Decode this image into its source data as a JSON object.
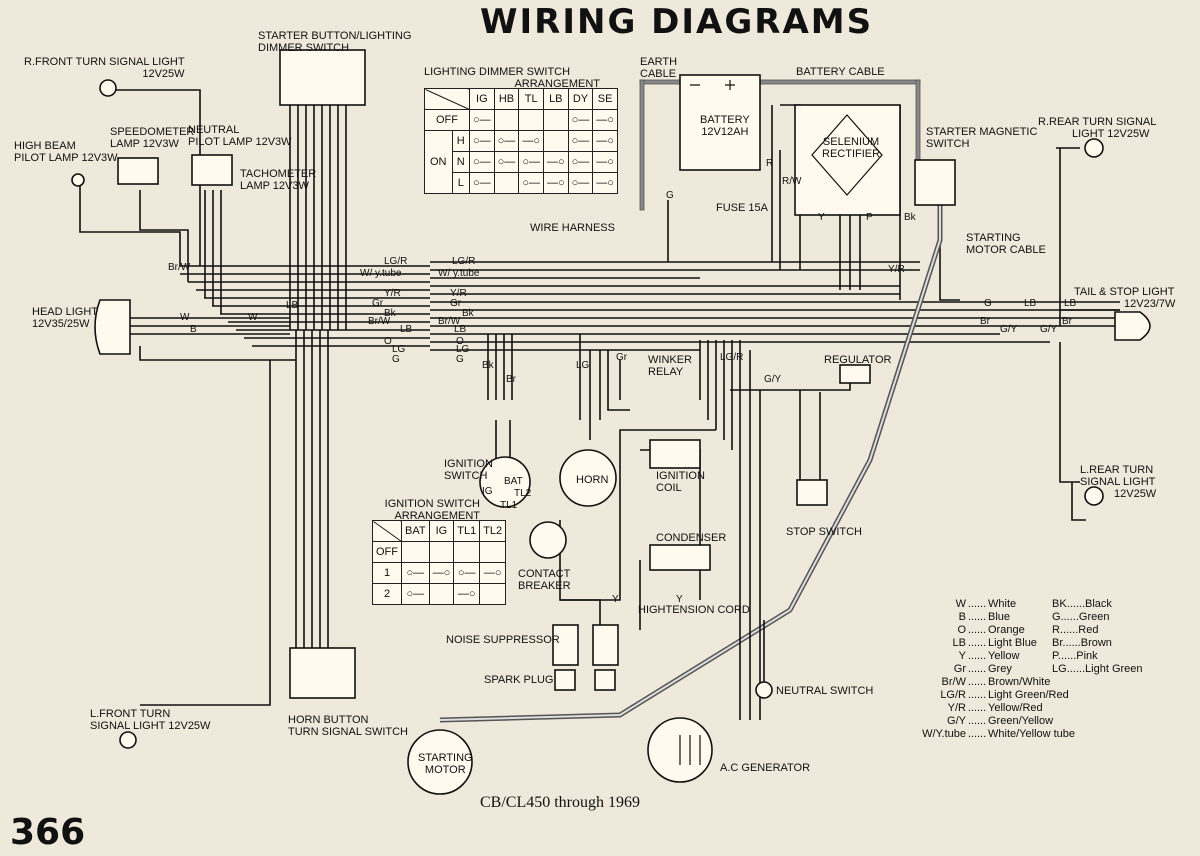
{
  "title": "WIRING DIAGRAMS",
  "page_number": "366",
  "caption": "CB/CL450 through 1969",
  "components": {
    "rf_turn_signal": [
      "R.FRONT TURN SIGNAL LIGHT",
      "12V25W"
    ],
    "high_beam_pilot": [
      "HIGH BEAM",
      "PILOT LAMP 12V3W"
    ],
    "speedometer_lamp": [
      "SPEEDOMETER",
      "LAMP 12V3W"
    ],
    "neutral_pilot": [
      "NEUTRAL",
      "PILOT LAMP 12V3W"
    ],
    "tachometer_lamp": [
      "TACHOMETER",
      "LAMP 12V3W"
    ],
    "starter_button": [
      "STARTER BUTTON/LIGHTING",
      "DIMMER SWITCH"
    ],
    "head_light": [
      "HEAD LIGHT",
      "12V35/25W"
    ],
    "earth_cable": [
      "EARTH",
      "CABLE"
    ],
    "battery_cable": [
      "BATTERY CABLE"
    ],
    "battery": [
      "BATTERY",
      "12V12AH"
    ],
    "selenium_rectifier": [
      "SELENIUM",
      "RECTIFIER"
    ],
    "starter_magnetic_switch": [
      "STARTER MAGNETIC",
      "SWITCH"
    ],
    "rr_turn_signal": [
      "R.REAR TURN SIGNAL",
      "LIGHT 12V25W"
    ],
    "fuse": [
      "FUSE 15A"
    ],
    "starting_motor_cable": [
      "STARTING",
      "MOTOR CABLE"
    ],
    "wire_harness": [
      "WIRE HARNESS"
    ],
    "tail_stop": [
      "TAIL & STOP LIGHT",
      "12V23/7W"
    ],
    "winker_relay": [
      "WINKER",
      "RELAY"
    ],
    "regulator": [
      "REGULATOR"
    ],
    "ignition_switch": [
      "IGNITION",
      "SWITCH"
    ],
    "horn": [
      "HORN"
    ],
    "ignition_coil": [
      "IGNITION",
      "COIL"
    ],
    "lr_turn_signal": [
      "L.REAR TURN",
      "SIGNAL LIGHT",
      "12V25W"
    ],
    "stop_switch": [
      "STOP SWITCH"
    ],
    "contact_breaker": [
      "CONTACT",
      "BREAKER"
    ],
    "condenser": [
      "CONDENSER"
    ],
    "hightension_cord": [
      "HIGHTENSION CORD"
    ],
    "noise_suppressor": [
      "NOISE SUPPRESSOR"
    ],
    "spark_plug": [
      "SPARK PLUG"
    ],
    "neutral_switch": [
      "NEUTRAL SWITCH"
    ],
    "lf_turn_signal": [
      "L.FRONT TURN",
      "SIGNAL LIGHT 12V25W"
    ],
    "horn_button": [
      "HORN BUTTON",
      "TURN SIGNAL SWITCH"
    ],
    "starting_motor": [
      "STARTING",
      "MOTOR"
    ],
    "ac_generator": [
      "A.C GENERATOR"
    ]
  },
  "dimmer_table": {
    "title": [
      "LIGHTING DIMMER SWITCH",
      "ARRANGEMENT"
    ],
    "columns": [
      "IG",
      "HB",
      "TL",
      "LB",
      "DY",
      "SE"
    ],
    "off_label": "OFF",
    "on_label": "ON",
    "rows": [
      "H",
      "N",
      "L"
    ]
  },
  "ignition_table": {
    "title": [
      "IGNITION SWITCH",
      "ARRANGEMENT"
    ],
    "columns": [
      "BAT",
      "IG",
      "TL1",
      "TL2"
    ],
    "rows": [
      "OFF",
      "1",
      "2"
    ]
  },
  "wire_labels": {
    "lg_r": "LG/R",
    "w_ytube": "W/ y.tube",
    "y_r": "Y/R",
    "gr": "Gr",
    "bk": "Bk",
    "br_w": "Br/W",
    "lb": "LB",
    "o": "O",
    "lg": "LG",
    "g": "G",
    "w": "W",
    "b": "B",
    "br": "Br",
    "g_y": "G/Y",
    "r": "R",
    "r_w": "R/W",
    "y": "Y",
    "p": "P",
    "ig": "IG",
    "bat": "BAT",
    "tl1": "TL1",
    "tl2": "TL2",
    "hb": "HB",
    "tl": "TL",
    "se": "SE"
  },
  "legend_left": [
    [
      "W",
      "White"
    ],
    [
      "B",
      "Blue"
    ],
    [
      "O",
      "Orange"
    ],
    [
      "LB",
      "Light Blue"
    ],
    [
      "Y",
      "Yellow"
    ],
    [
      "Gr",
      "Grey"
    ],
    [
      "Br/W",
      "Brown/White"
    ],
    [
      "LG/R",
      "Light Green/Red"
    ],
    [
      "Y/R",
      "Yellow/Red"
    ],
    [
      "G/Y",
      "Green/Yellow"
    ],
    [
      "W/Y.tube",
      "White/Yellow tube"
    ]
  ],
  "legend_right": [
    [
      "BK",
      "Black"
    ],
    [
      "G",
      "Green"
    ],
    [
      "R",
      "Red"
    ],
    [
      "Br",
      "Brown"
    ],
    [
      "P",
      "Pink"
    ],
    [
      "LG",
      "Light Green"
    ]
  ],
  "legend_dots": "......"
}
